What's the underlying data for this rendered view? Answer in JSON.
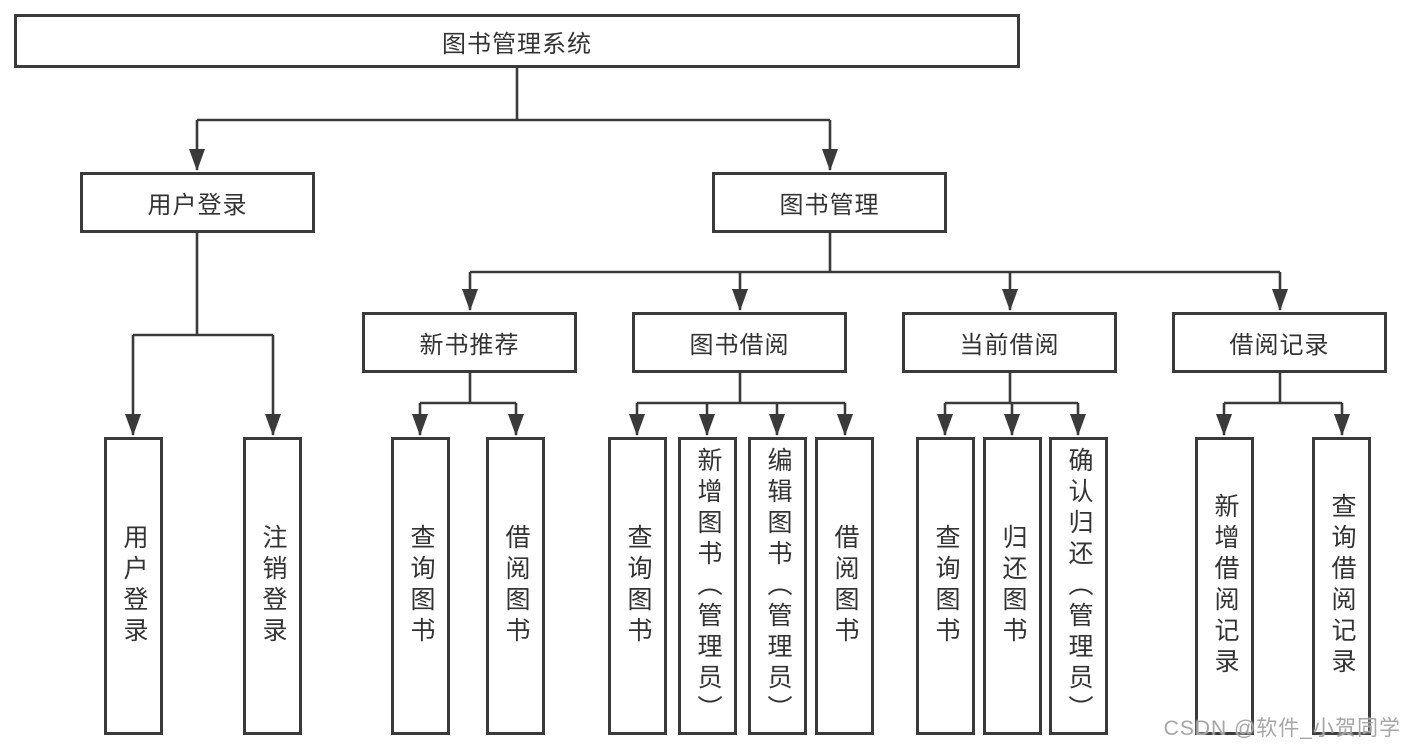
{
  "tree": {
    "root": "图书管理系统",
    "branches": [
      {
        "label": "用户登录",
        "children": [
          "用户登录",
          "注销登录"
        ]
      },
      {
        "label": "图书管理",
        "children": [
          {
            "label": "新书推荐",
            "children": [
              "查询图书",
              "借阅图书"
            ]
          },
          {
            "label": "图书借阅",
            "children": [
              "查询图书",
              "新增图书（管理员）",
              "编辑图书（管理员）",
              "借阅图书"
            ]
          },
          {
            "label": "当前借阅",
            "children": [
              "查询图书",
              "归还图书",
              "确认归还（管理员）"
            ]
          },
          {
            "label": "借阅记录",
            "children": [
              "新增借阅记录",
              "查询借阅记录"
            ]
          }
        ]
      }
    ]
  },
  "watermark": "CSDN @软件_小贺同学",
  "colors": {
    "line": "#3a3a3a",
    "text": "#333333",
    "box_background": "#ffffff",
    "watermark": "#a6a6a6",
    "page_background": "#ffffff"
  }
}
